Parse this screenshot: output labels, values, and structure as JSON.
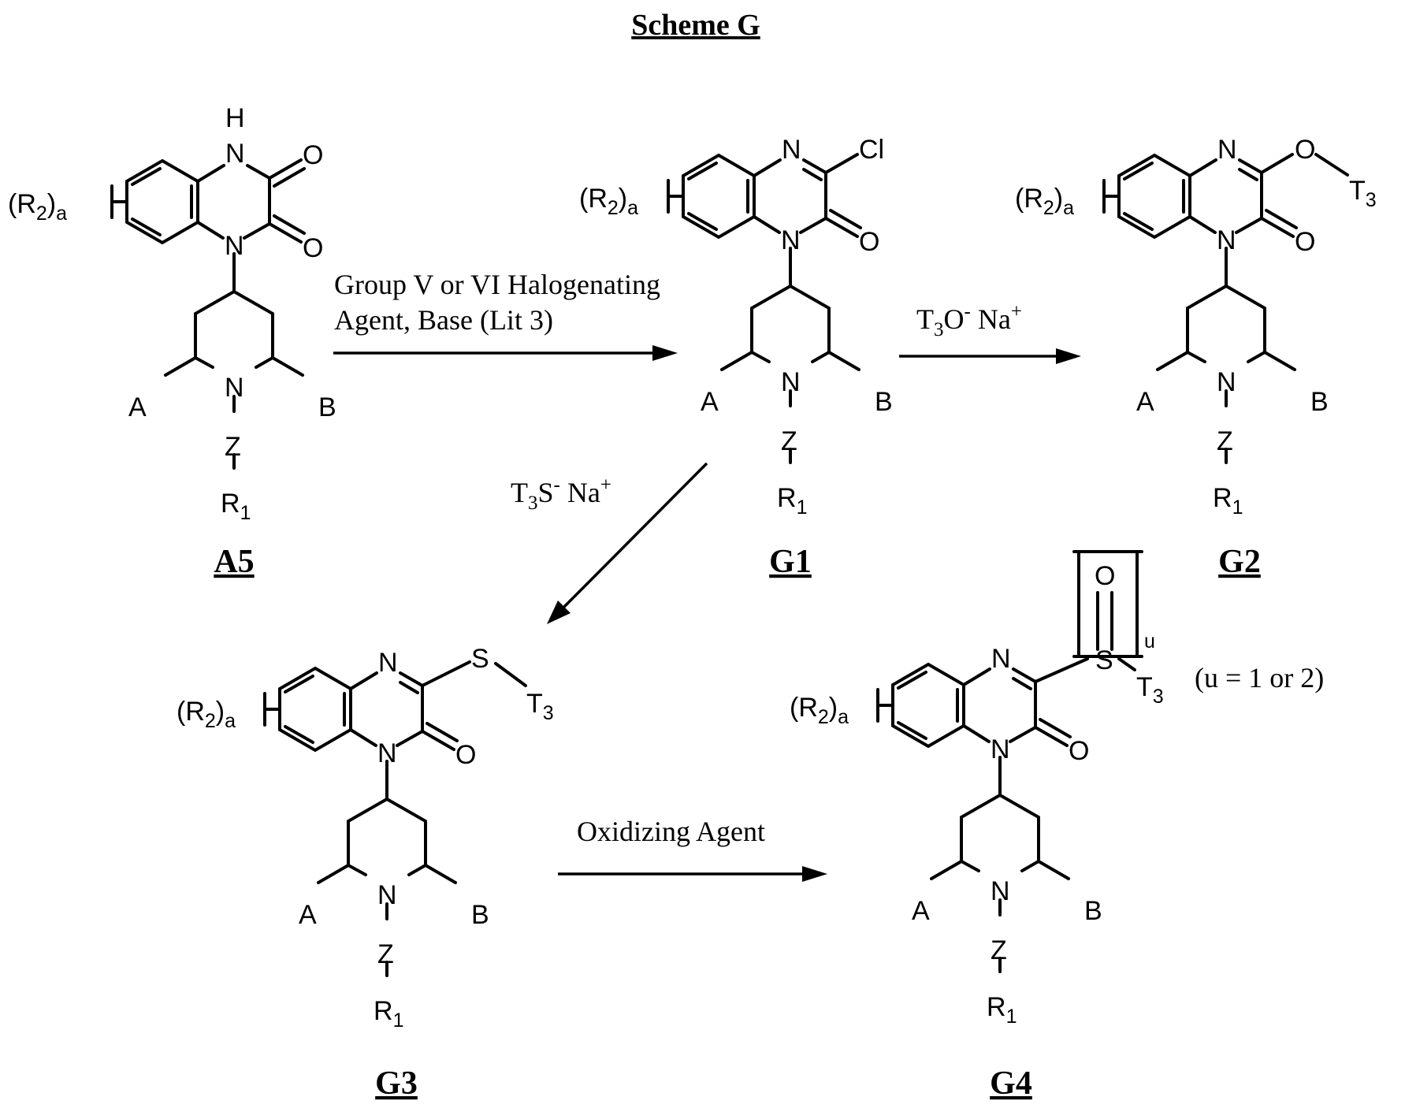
{
  "title": "Scheme G",
  "compounds": {
    "a5": {
      "label": "A5",
      "r2": "R",
      "r2_sub": "2",
      "r2_a": "a",
      "top_atom": "H"
    },
    "g1": {
      "label": "G1",
      "r2": "R",
      "r2_sub": "2",
      "r2_a": "a",
      "subst": "Cl"
    },
    "g2": {
      "label": "G2",
      "r2": "R",
      "r2_sub": "2",
      "r2_a": "a",
      "subst_o": "O",
      "subst_t": "T",
      "subst_t_sub": "3"
    },
    "g3": {
      "label": "G3",
      "r2": "R",
      "r2_sub": "2",
      "r2_a": "a",
      "subst_s": "S",
      "subst_t": "T",
      "subst_t_sub": "3"
    },
    "g4": {
      "label": "G4",
      "r2": "R",
      "r2_sub": "2",
      "r2_a": "a",
      "subst_s": "S",
      "subst_t": "T",
      "subst_t_sub": "3",
      "oxo": "O",
      "u": "u",
      "note": "(u = 1 or 2)"
    }
  },
  "atoms": {
    "N": "N",
    "O": "O",
    "A": "A",
    "B": "B",
    "Z": "Z",
    "R1": "R",
    "R1_sub": "1"
  },
  "reactions": {
    "a5_to_g1": {
      "line1": "Group V or VI Halogenating",
      "line2": "Agent, Base (Lit 3)"
    },
    "g1_to_g2": {
      "t": "T",
      "t_sub": "3",
      "o": "O",
      "minus": "-",
      "na": " Na",
      "plus": "+"
    },
    "g1_to_g3": {
      "t": "T",
      "t_sub": "3",
      "s": "S",
      "minus": "-",
      "na": " Na",
      "plus": "+"
    },
    "g3_to_g4": {
      "label": "Oxidizing Agent"
    }
  }
}
